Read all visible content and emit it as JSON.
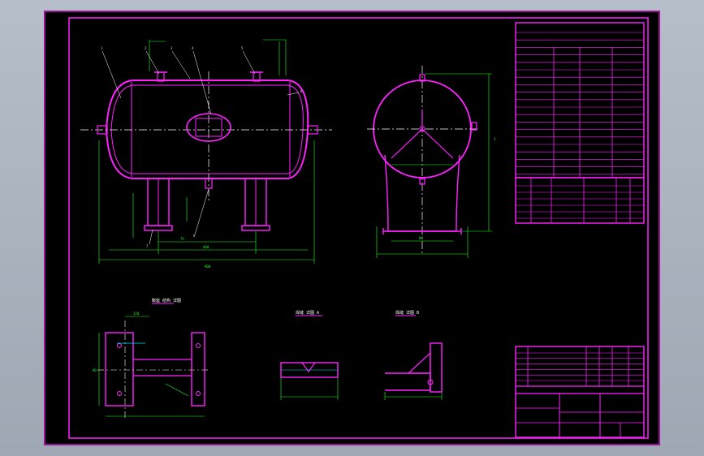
{
  "drawing": {
    "background": "#000000",
    "frame_color": "#ff22ff",
    "dimension_color": "#22ff22",
    "centerline_color": "#ffffff",
    "part_numbers": [
      "1",
      "2",
      "3",
      "4",
      "5",
      "6",
      "7",
      "8"
    ],
    "dimension_labels": {
      "overall_length": "900",
      "saddle_span": "460",
      "height": "2",
      "base_width": "84",
      "end_offset": "75",
      "detail_width": "170",
      "detail_height": "96"
    },
    "detail_titles": [
      "鞍座 结构 详图",
      "焊缝 详图 A",
      "焊缝 详图 B"
    ]
  }
}
